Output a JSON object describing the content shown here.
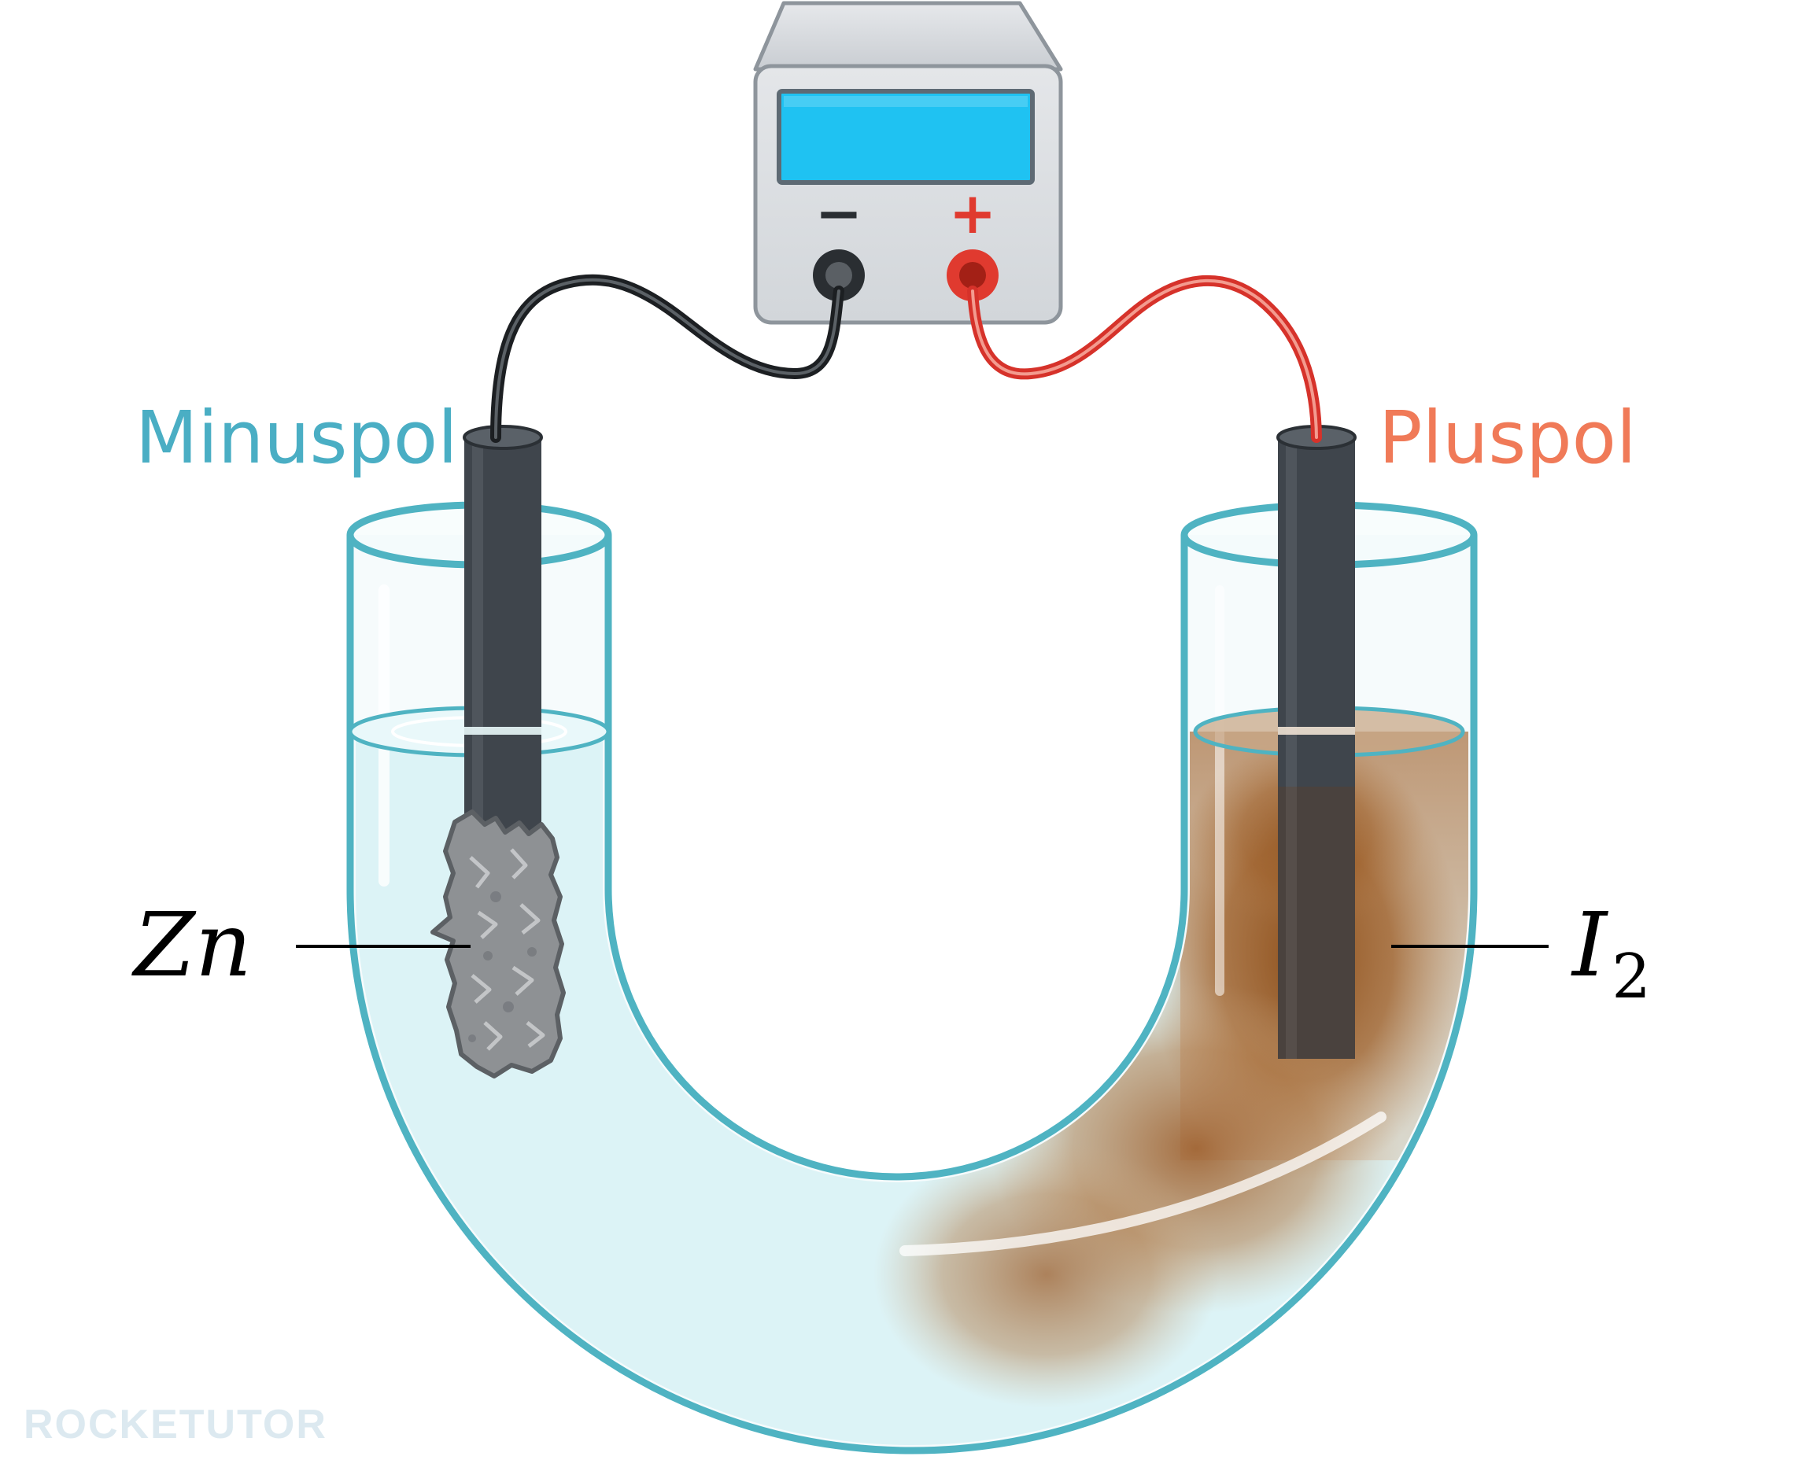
{
  "diagram": {
    "power_supply": {
      "minus_symbol": "−",
      "plus_symbol": "+"
    },
    "labels": {
      "minus_pole": "Minuspol",
      "plus_pole": "Pluspol",
      "left_electrode_substance": "Zn",
      "right_electrode_substance_main": "I",
      "right_electrode_substance_sub": "2"
    },
    "watermark": {
      "text": "ROCKETUTOR"
    },
    "colors": {
      "minus_label": "#4aaec4",
      "plus_label": "#f07a58",
      "display": "#1fc2f2",
      "minus_terminal": "#2a2e32",
      "plus_terminal": "#e03a2f",
      "tube_outline": "#4fb3c2",
      "liquid": "#dff4f7",
      "iodine": "#8a4a14",
      "electrode": "#3f454c",
      "zinc": "#8e9194"
    }
  }
}
